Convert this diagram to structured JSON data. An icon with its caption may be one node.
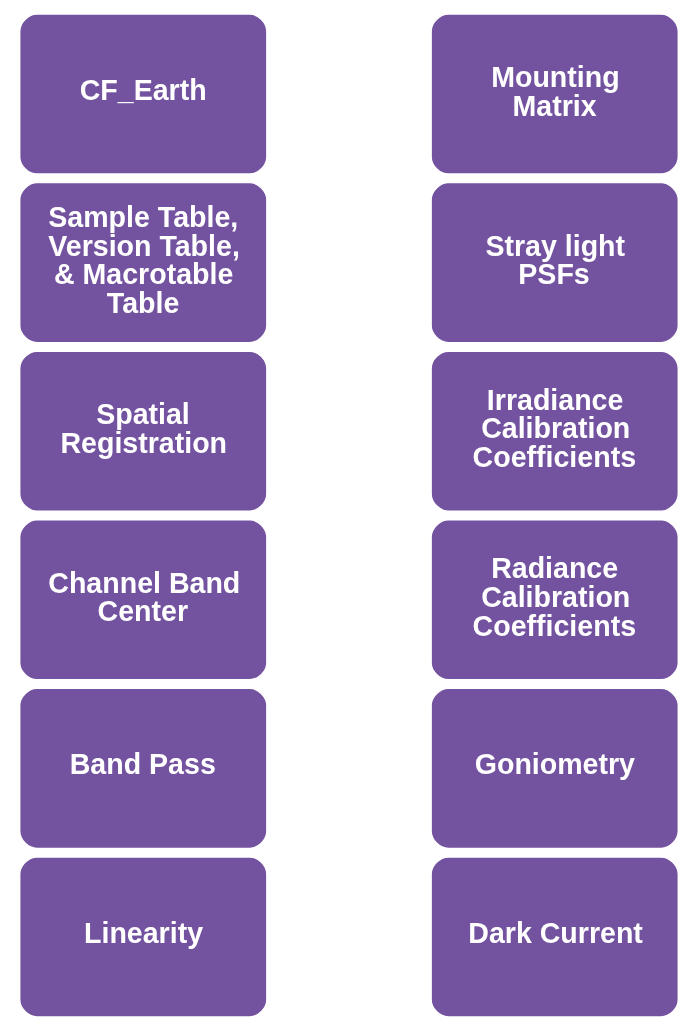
{
  "diagram": {
    "nodes": [
      {
        "text": [
          "Linearity"
        ]
      },
      {
        "text": [
          "Band Pass"
        ]
      },
      {
        "text": [
          "Channel Band Center"
        ]
      },
      {
        "text": [
          "Spatial Registration"
        ]
      },
      {
        "text": [
          "Sample Table, Version Table, & Macrotable Table"
        ]
      },
      {
        "text": [
          "CF_Earth"
        ]
      },
      {
        "text": [
          "Dark Current"
        ]
      },
      {
        "text": [
          "Goniometry"
        ]
      },
      {
        "text": [
          "Radiance Calibration Coefficients"
        ]
      },
      {
        "text": [
          "Irradiance Calibration Coefficients"
        ]
      },
      {
        "text": [
          "Stray light PSFs"
        ]
      },
      {
        "text": [
          "Mounting Matrix"
        ]
      }
    ]
  }
}
